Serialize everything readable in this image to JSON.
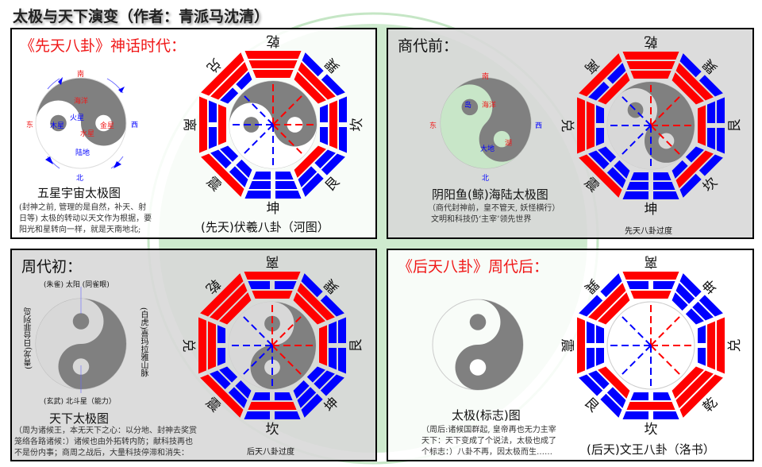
{
  "title": "太极与天下演变（作者：青派马沈清）",
  "colors": {
    "yang": "#ff0000",
    "yin": "#0000ff",
    "taiji": "#808080",
    "green": "#c5e6c5"
  },
  "trigram_lines": {
    "乾": "111",
    "兑": "110",
    "离": "101",
    "震": "100",
    "巽": "011",
    "坎": "010",
    "艮": "001",
    "坤": "000"
  },
  "panels": [
    {
      "heading": "《先天八卦》神话时代：",
      "left_diagram": {
        "caption": "五星宇宙太极图",
        "labels": {
          "south": "南",
          "east": "东",
          "west": "西",
          "north": "北",
          "ocean": "海洋",
          "mars": "火星",
          "jupiter": "木星",
          "venus": "金星",
          "mercury": "水星",
          "land": "陆地"
        },
        "note": [
          "(封神之前, 管理的是自然，补天、射",
          "日等) 太极的转动以天文作为根据，要",
          "阳光和星转向一样，就是天南地北;"
        ]
      },
      "bagua": {
        "caption": "(先天)伏羲八卦（河图）",
        "order": [
          "乾",
          "巽",
          "坎",
          "艮",
          "坤",
          "震",
          "离",
          "兑"
        ]
      }
    },
    {
      "heading": "商代前：",
      "left_diagram": {
        "caption": "阴阳鱼(鲸)海陆太极图",
        "labels": {
          "south": "南",
          "east": "东",
          "west": "西",
          "north": "北",
          "island": "岛",
          "ocean": "海洋",
          "lake": "湖",
          "land": "大地"
        },
        "note": [
          "（商代封神前，皇不管天, 妖怪横行）",
          "文明和科技仍‘主宰’领先世界"
        ]
      },
      "bagua": {
        "caption": "先天八卦过度",
        "order": [
          "乾",
          "巽",
          "艮",
          "坎",
          "坤",
          "震",
          "兑",
          "离"
        ]
      }
    },
    {
      "heading": "周代初：",
      "left_diagram": {
        "caption": "天下太极图",
        "labels": {
          "top": "(朱雀) 太阳 (同雀眼)",
          "bottom": "(玄武) 北斗星（能力）",
          "left": "(青龙)日台菲列岛",
          "right": "(白虎)喜玛拉雅山脉"
        },
        "note": [
          "（周为诸候王，本无天下之心：以分地、封神去奖赏",
          "笼络各路诸候：）诸候也由外拓转内防；献科技再也",
          "不是份内事；商周之战后，大量科技停滞和消失："
        ]
      },
      "bagua": {
        "caption": "后天八卦过度",
        "order": [
          "离",
          "巽",
          "艮",
          "坤",
          "坎",
          "震",
          "兑",
          "乾"
        ]
      }
    },
    {
      "heading": "《后天八卦》周代后：",
      "left_diagram": {
        "caption": "太极(标志)图",
        "note": [
          "（周后:诸候国群起, 皇帝再也无力主宰",
          "天下：天下变成了个说法，太极也成了",
          "个标志：）八卦不再，因太极而生……"
        ]
      },
      "bagua": {
        "caption": "(后天)文王八卦（洛书）",
        "order": [
          "离",
          "坤",
          "兑",
          "乾",
          "坎",
          "艮",
          "震",
          "巽"
        ]
      }
    }
  ]
}
